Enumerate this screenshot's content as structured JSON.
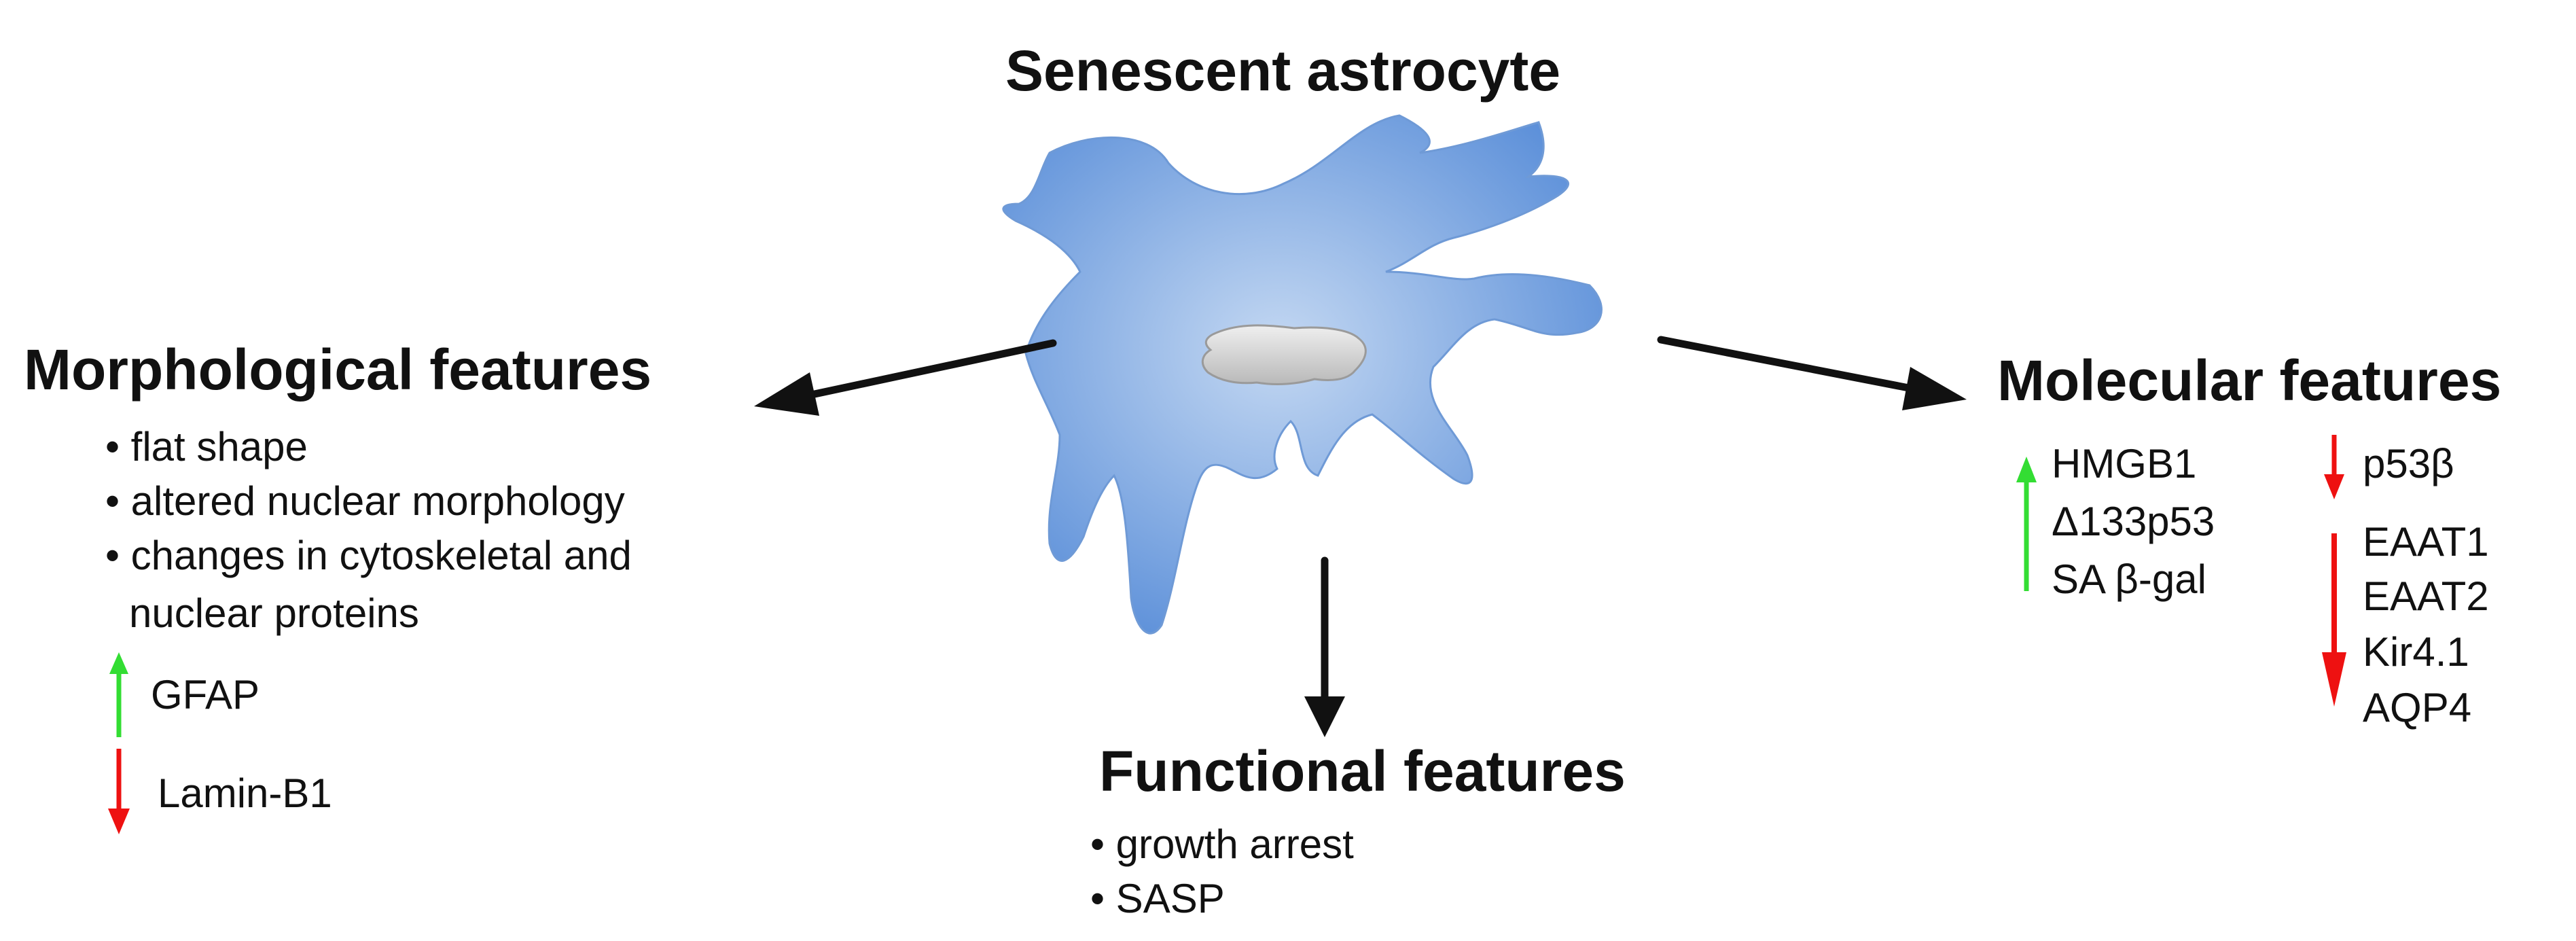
{
  "diagram": {
    "center": {
      "title": "Senescent astrocyte"
    },
    "morphological": {
      "title": "Morphological features",
      "bullets": [
        "• flat shape",
        "• altered nuclear morphology",
        "• changes in cytoskeletal and",
        "nuclear proteins"
      ],
      "up_markers": [
        "GFAP"
      ],
      "down_markers": [
        "Lamin-B1"
      ]
    },
    "functional": {
      "title": "Functional features",
      "bullets": [
        "• growth arrest",
        "• SASP"
      ]
    },
    "molecular": {
      "title": "Molecular features",
      "up_markers": [
        "HMGB1",
        "Δ133p53",
        "SA β-gal"
      ],
      "down_markers_1": [
        "p53β"
      ],
      "down_markers_2": [
        "EAAT1",
        "EAAT2",
        "Kir4.1",
        "AQP4"
      ]
    },
    "colors": {
      "up_arrow": "#33dd33",
      "down_arrow": "#ee1111",
      "connector_arrow": "#111111",
      "cell_body": "#5b8fd9",
      "cell_highlight": "#c4d8f2",
      "nucleus": "#c8c8c8"
    }
  }
}
